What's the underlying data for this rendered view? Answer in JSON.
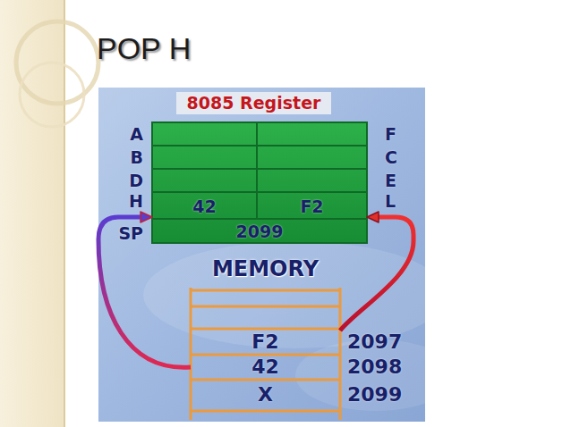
{
  "diagram": {
    "title": "POP H",
    "nodes": [
      {
        "text": [
          "8085 Register"
        ]
      },
      {
        "text": [
          "A"
        ]
      },
      {
        "text": [
          "F"
        ]
      },
      {
        "text": [
          "B"
        ]
      },
      {
        "text": [
          "C"
        ]
      },
      {
        "text": [
          "D"
        ]
      },
      {
        "text": [
          "E"
        ]
      },
      {
        "text": [
          "H",
          "42"
        ]
      },
      {
        "text": [
          "F2",
          "L"
        ]
      },
      {
        "text": [
          "SP",
          "2099"
        ]
      },
      {
        "text": [
          "F2",
          "2097"
        ]
      },
      {
        "text": [
          "42",
          "2098"
        ]
      },
      {
        "text": [
          "X",
          "2099"
        ]
      }
    ],
    "edges": [
      {
        "from": 11,
        "to": 7,
        "arrow": "to"
      },
      {
        "from": 10,
        "to": 8,
        "arrow": "to"
      }
    ],
    "labels": [
      "MEMORY"
    ]
  }
}
